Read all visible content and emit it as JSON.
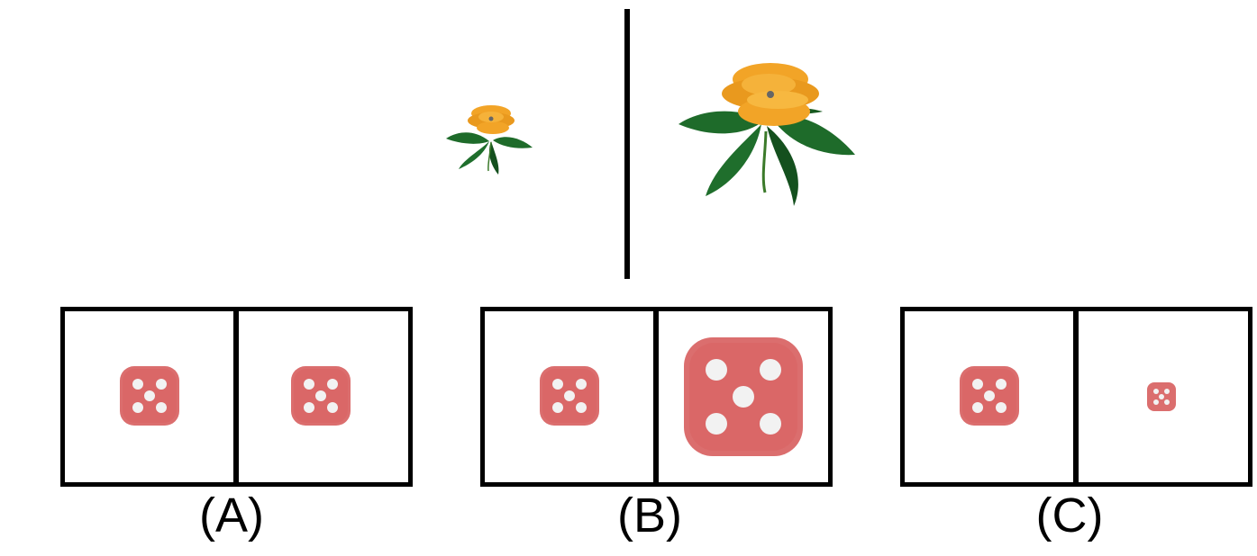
{
  "options": [
    {
      "label": "(A)"
    },
    {
      "label": "(B)"
    },
    {
      "label": "(C)"
    }
  ],
  "colors": {
    "petal": "#F2A427",
    "petal_dark": "#D98A12",
    "leaf": "#1E6B2A",
    "leaf_dark": "#14501E",
    "die_face": "#DB6E6E",
    "die_dark": "#C65454",
    "pip": "#F2F2F2"
  },
  "icons": {
    "flower_small": "flower-icon",
    "flower_large": "flower-icon",
    "die": "die-five-icon"
  }
}
